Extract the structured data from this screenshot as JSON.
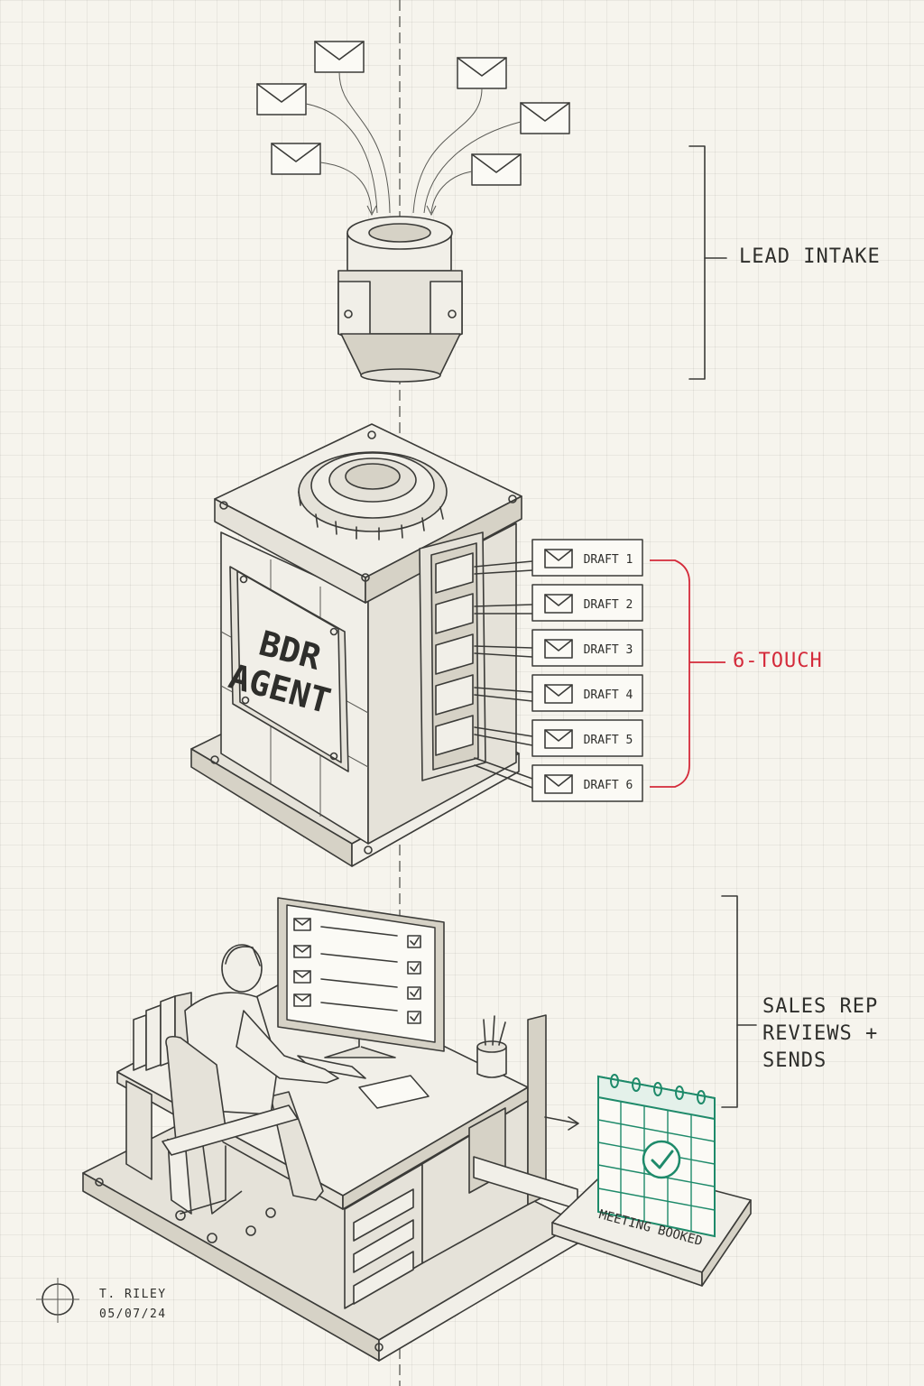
{
  "labels": {
    "lead_intake": "LEAD INTAKE",
    "six_touch": "6-TOUCH",
    "sales_rep": [
      "SALES REP",
      "REVIEWS +",
      "SENDS"
    ],
    "agent_line1": "BDR",
    "agent_line2": "AGENT",
    "meeting_booked": "MEETING BOOKED"
  },
  "drafts": [
    "DRAFT 1",
    "DRAFT 2",
    "DRAFT 3",
    "DRAFT 4",
    "DRAFT 5",
    "DRAFT 6"
  ],
  "signature": {
    "name": "T. RILEY",
    "date": "05/07/24"
  },
  "colors": {
    "ink": "#3b3b38",
    "accent_red": "#d42a3a",
    "accent_green": "#1e8a6a",
    "paper": "#f6f4ed"
  }
}
